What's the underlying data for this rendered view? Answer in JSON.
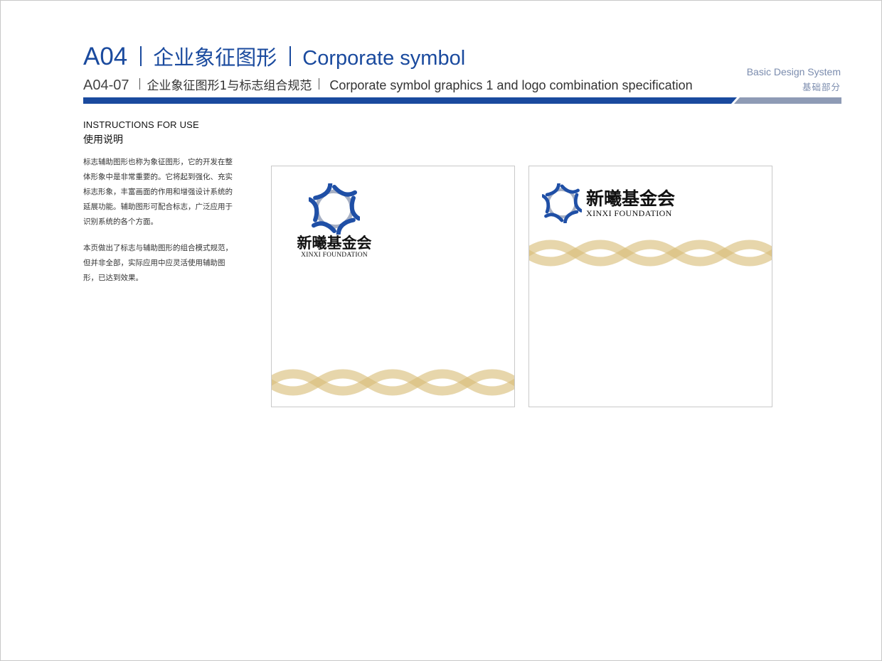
{
  "header": {
    "section_code": "A04",
    "section_title_cn": "企业象征图形",
    "section_title_en": "Corporate symbol",
    "page_code": "A04-07",
    "page_title_cn": "企业象征图形1与标志组合规范",
    "page_title_en": "Corporate symbol graphics 1 and logo combination specification",
    "brand_tag_en": "Basic Design System",
    "brand_tag_cn": "基础部分"
  },
  "colors": {
    "primary_blue": "#1a4a9e",
    "rule_grey": "#8e9bb5",
    "brand_tag": "#7b8cae",
    "wave_gold": "#dcc58a",
    "logo_blue": "#1f4fa6",
    "logo_grey": "#a7b0c4"
  },
  "instructions": {
    "heading_en": "INSTRUCTIONS FOR USE",
    "heading_cn": "使用说明",
    "paragraph_1": "标志辅助图形也称为象征图形，它的开发在整体形象中是非常重要的。它将起到强化、充实标志形象，丰富画面的作用和增强设计系统的延展功能。辅助图形可配合标志，广泛应用于识别系统的各个方面。",
    "paragraph_2": "本页做出了标志与辅助图形的组合模式规范，但并非全部，实际应用中应灵活使用辅助图形，已达到效果。"
  },
  "samples": [
    {
      "layout": "vertical-logo-top-left, wave-bottom",
      "logo_cn": "新曦基金会",
      "logo_en": "XINXI FOUNDATION",
      "logo_icon": "ring-knot-icon",
      "graphic": "gold-wave-band"
    },
    {
      "layout": "horizontal-logo-top, wave-below-logo",
      "logo_cn": "新曦基金会",
      "logo_en": "XINXI FOUNDATION",
      "logo_icon": "ring-knot-icon",
      "graphic": "gold-wave-band"
    }
  ]
}
